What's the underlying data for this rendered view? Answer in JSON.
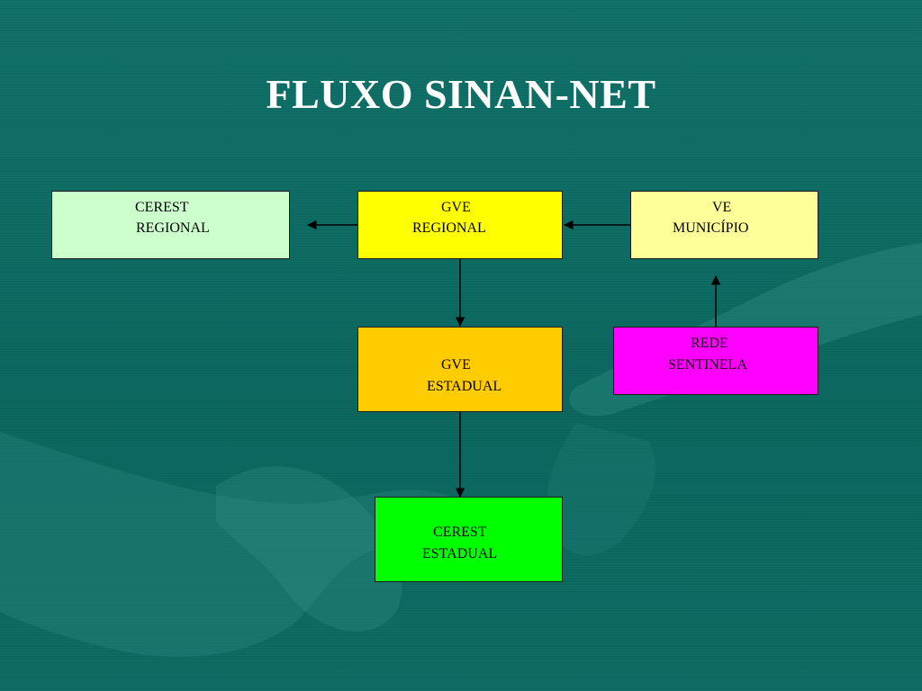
{
  "title": "FLUXO SINAN-NET",
  "boxes": {
    "cerest_regional": {
      "line1": "CEREST",
      "line2": "REGIONAL",
      "color": "#ccffcc"
    },
    "gve_regional": {
      "line1": "GVE",
      "line2": "REGIONAL",
      "color": "#ffff00"
    },
    "ve_municipio": {
      "line1": "VE",
      "line2": "MUNICÍPIO",
      "color": "#ffff99"
    },
    "gve_estadual": {
      "line1": "GVE",
      "line2": "ESTADUAL",
      "color": "#ffcc00"
    },
    "rede_sentinela": {
      "line1": "REDE",
      "line2": "SENTINELA",
      "color": "#ff00ff"
    },
    "cerest_estadual": {
      "line1": "CEREST",
      "line2": "ESTADUAL",
      "color": "#00ff00"
    }
  },
  "colors": {
    "background": "#0c6a62",
    "title": "#ffffff",
    "connector": "#000000"
  }
}
